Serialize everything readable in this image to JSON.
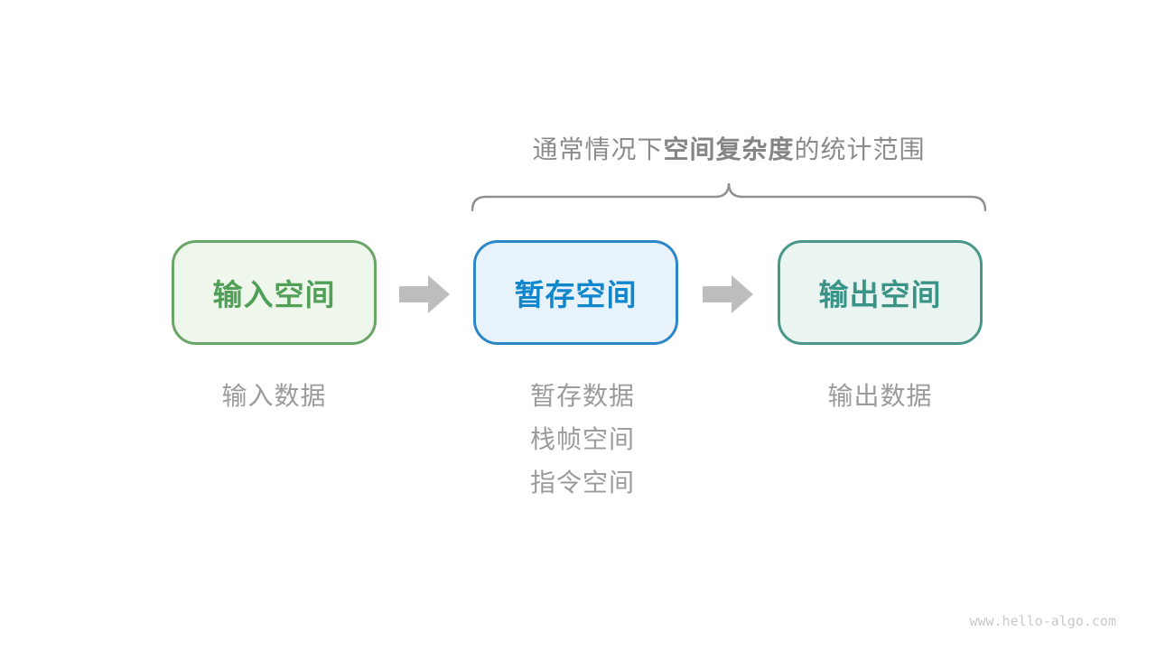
{
  "annotation": {
    "prefix": "通常情况下",
    "emphasis": "空间复杂度",
    "suffix": "的统计范围",
    "text_color": "#8b8b8b",
    "brace_color": "#919191"
  },
  "boxes": [
    {
      "label": "输入空间",
      "style_vars": "--bd:#69a564;--bg:#eff6ec;--fg:#50a057",
      "border_color": "#69a564",
      "fill_color": "#eff6ec",
      "label_color": "#50a057",
      "notes": [
        "输入数据"
      ]
    },
    {
      "label": "暂存空间",
      "style_vars": "--bd:#2b87c6;--bg:#e8f2fb;--fg:#1086cd",
      "border_color": "#2b87c6",
      "fill_color": "#e8f2fb",
      "label_color": "#1086cd",
      "notes": [
        "暂存数据",
        "栈帧空间",
        "指令空间"
      ]
    },
    {
      "label": "输出空间",
      "style_vars": "--bd:#479889;--bg:#eaf4f1;--fg:#3b9387",
      "border_color": "#479889",
      "fill_color": "#eaf4f1",
      "label_color": "#3b9387",
      "notes": [
        "输出数据"
      ]
    }
  ],
  "arrow_color": "#bdbdbd",
  "note_color": "#9b9b9b",
  "watermark": "www.hello-algo.com"
}
